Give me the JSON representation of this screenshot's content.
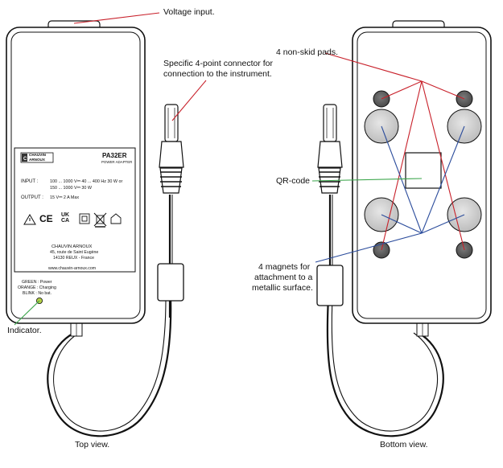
{
  "callouts": {
    "voltage_input": "Voltage input.",
    "connector_line1": "Specific 4-point connector for",
    "connector_line2": "connection to the instrument.",
    "indicator": "Indicator.",
    "pads": "4 non-skid pads.",
    "qr": "QR-code",
    "magnets_line1": "4 magnets for",
    "magnets_line2": "attachment to a",
    "magnets_line3": "metallic surface.",
    "top_caption": "Top view.",
    "bottom_caption": "Bottom view."
  },
  "label_plate": {
    "logo_line1": "CHAUVIN",
    "logo_line2": "ARNOUX",
    "model": "PA32ER",
    "subtitle": "POWER ADAPTER",
    "input_label": "INPUT :",
    "input_line1": "100 ... 1000 V⎓  40 ... 400 Hz 30 W or",
    "input_line2": "150 ... 1000 V⎓  30 W",
    "output_label": "OUTPUT :",
    "output_line": "15 V⎓  2 A Max",
    "symbols": [
      "⚠",
      "CE",
      "UK CA",
      "□",
      "☒",
      "⌂"
    ],
    "company": "CHAUVIN ARNOUX",
    "address1": "45, route de Saint Eugène",
    "address2": "14130 REUX - France",
    "website": "www.chauvin-arnoux.com",
    "led_green": "GREEN : Power",
    "led_orange": "ORANGE : Charging",
    "led_blink": "BLINK : No bat."
  },
  "colors": {
    "pointer_red": "#c8202a",
    "pointer_blue": "#2b4c9c",
    "pointer_green": "#3aa54a",
    "pad_fill": "#555555",
    "magnet_fill": "#d4d4d4",
    "indicator_led": "#b4d046"
  }
}
